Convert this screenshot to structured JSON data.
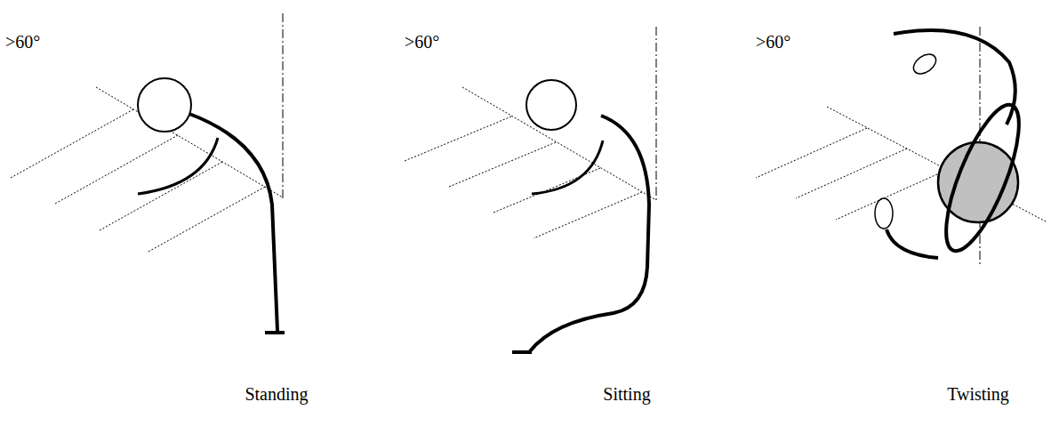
{
  "diagram": {
    "labels": [
      ">60°",
      ">60°",
      ">60°",
      "Standing",
      "Sitting",
      "Twisting"
    ]
  }
}
